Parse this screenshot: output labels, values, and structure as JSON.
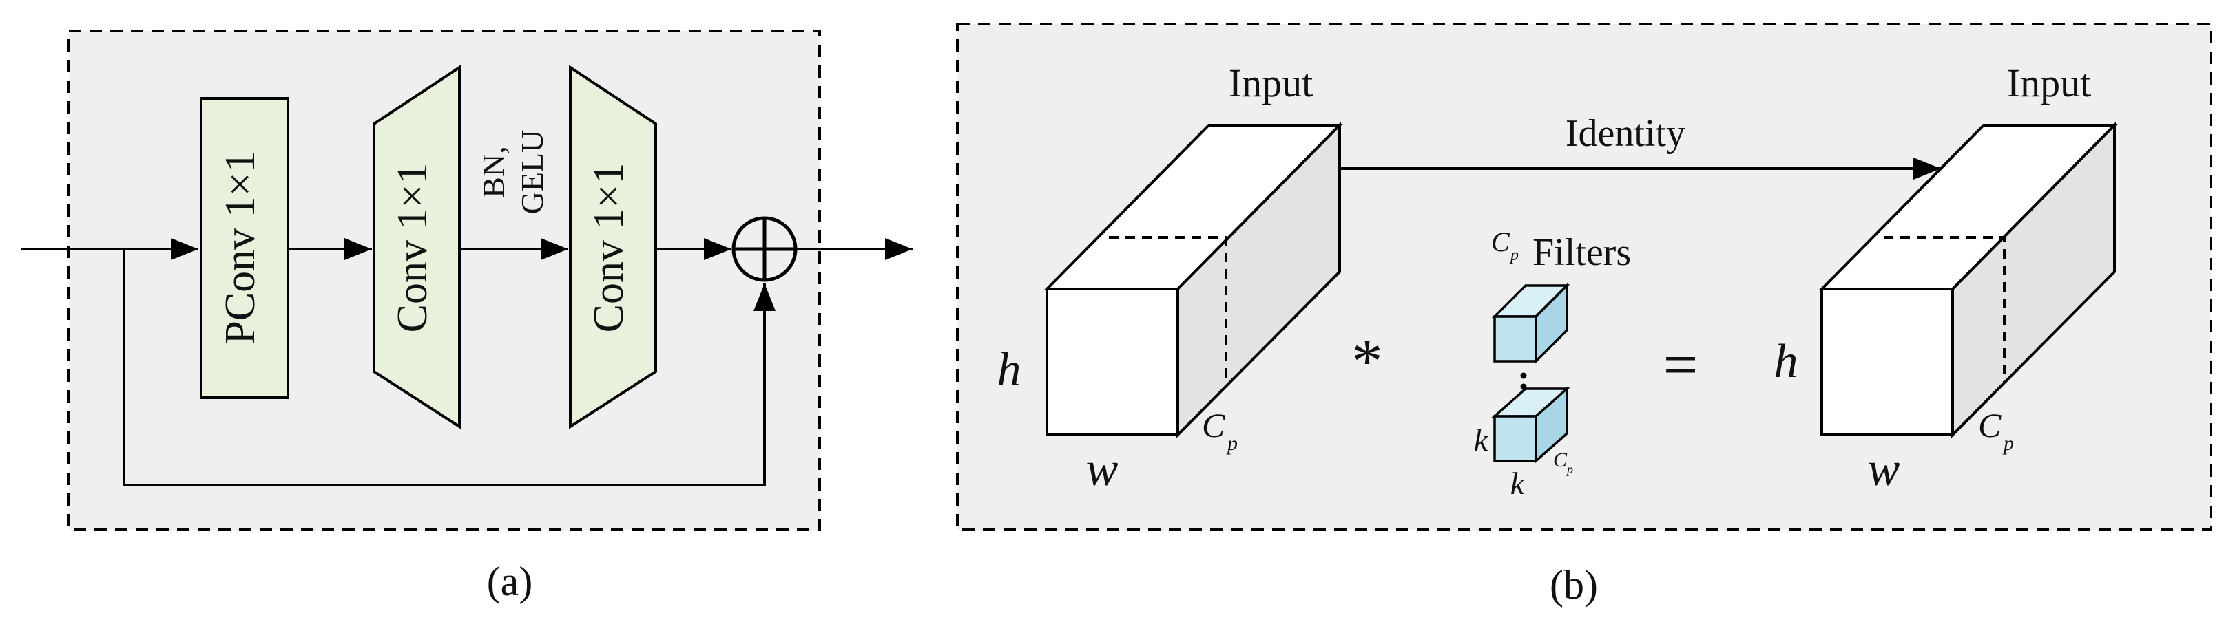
{
  "panel_a": {
    "caption": "(a)",
    "pconv_label": "PConv 1×1",
    "conv1_label": "Conv 1×1",
    "norm_label_line1": "BN,",
    "norm_label_line2": "GELU",
    "conv2_label": "Conv 1×1"
  },
  "panel_b": {
    "caption": "(b)",
    "input_left_label": "Input",
    "input_right_label": "Input",
    "identity_label": "Identity",
    "filters_cp": "C",
    "filters_cp_sub": "p",
    "filters_label": "Filters",
    "h_left": "h",
    "w_left": "w",
    "cp_left": "C",
    "cp_left_sub": "p",
    "h_right": "h",
    "w_right": "w",
    "cp_right": "C",
    "cp_right_sub": "p",
    "convolve_symbol": "*",
    "equals_symbol": "=",
    "k_left": "k",
    "k_bottom": "k",
    "cp_small": "C",
    "cp_small_sub": "p"
  },
  "colors": {
    "panel_fill": "#efefef",
    "block_fill": "#e8f1dc",
    "cube_fill": "#bfe3ef",
    "side_face": "#e3e3e3"
  }
}
